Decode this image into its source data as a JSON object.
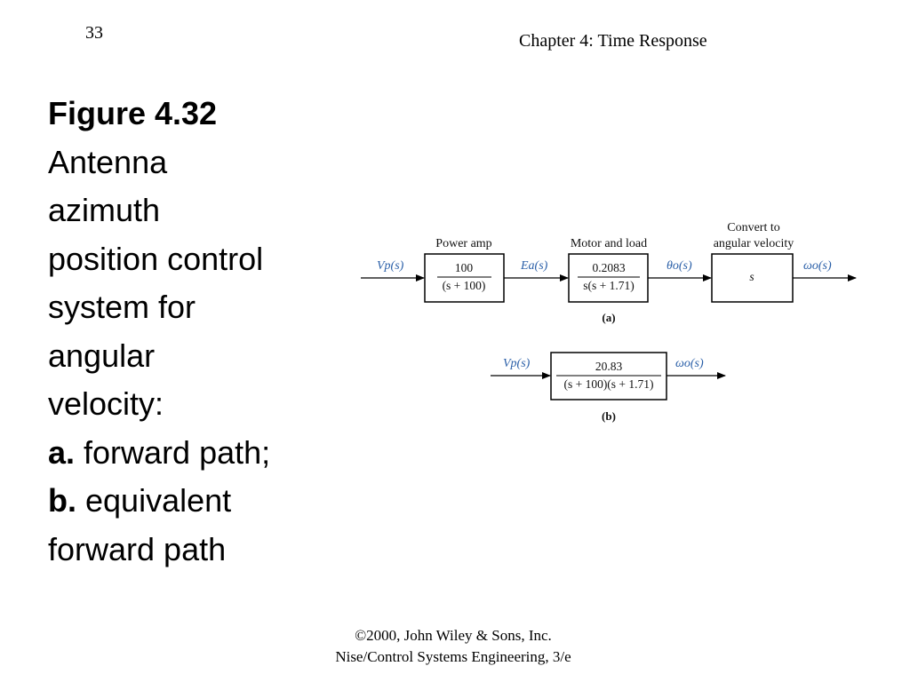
{
  "header": {
    "page_number": "33",
    "chapter_title": "Chapter 4: Time Response"
  },
  "caption": {
    "heading": "Figure 4.32",
    "lines": [
      "Antenna",
      "azimuth",
      "position control",
      "system for",
      "angular",
      "velocity:"
    ],
    "item_a_tag": "a.",
    "item_a_text": " forward path;",
    "item_b_tag": "b.",
    "item_b_text": " equivalent",
    "item_b_text2": "forward path"
  },
  "diagram_a": {
    "input_signal": "Vp(s)",
    "block1_label": "Power amp",
    "block1_num": "100",
    "block1_den": "(s + 100)",
    "signal2": "Ea(s)",
    "block2_label": "Motor and load",
    "block2_num": "0.2083",
    "block2_den": "s(s + 1.71)",
    "signal3": "θo(s)",
    "block3_label_line1": "Convert to",
    "block3_label_line2": "angular velocity",
    "block3_tf": "s",
    "output_signal": "ωo(s)",
    "sublabel": "(a)"
  },
  "diagram_b": {
    "input_signal": "Vp(s)",
    "block_num": "20.83",
    "block_den": "(s + 100)(s + 1.71)",
    "output_signal": "ωo(s)",
    "sublabel": "(b)"
  },
  "footer": {
    "line1": "©2000, John Wiley & Sons, Inc.",
    "line2": "Nise/Control Systems Engineering, 3/e"
  },
  "colors": {
    "signal_label": "#2a5fa8",
    "block_stroke": "#000000"
  }
}
